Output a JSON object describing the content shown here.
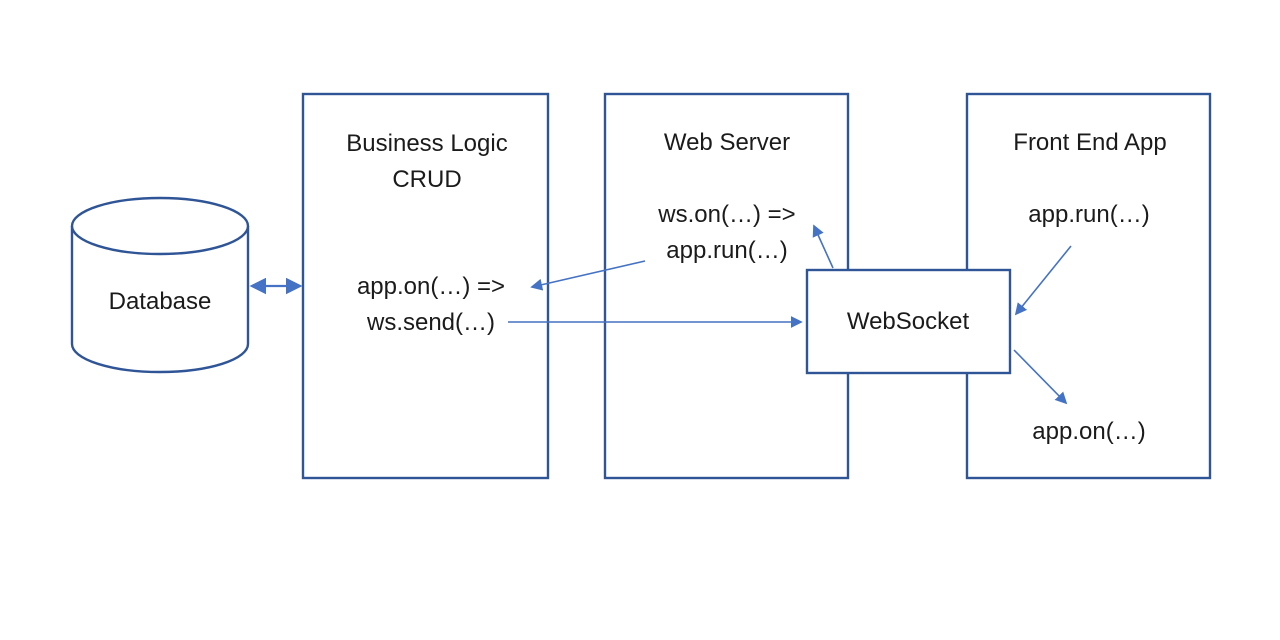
{
  "diagram": {
    "colors": {
      "box_border": "#2f5597",
      "arrow": "#4472c4",
      "text": "#1b1b1b",
      "background": "#ffffff"
    },
    "nodes": {
      "database": {
        "label": "Database",
        "shape": "cylinder"
      },
      "business_logic": {
        "title_line1": "Business Logic",
        "title_line2": "CRUD",
        "code_line1": "app.on(…) =>",
        "code_line2": "ws.send(…)"
      },
      "web_server": {
        "title": "Web Server",
        "code_line1": "ws.on(…) =>",
        "code_line2": "app.run(…)"
      },
      "front_end": {
        "title": "Front End App",
        "code_top": "app.run(…)",
        "code_bottom": "app.on(…)"
      },
      "websocket": {
        "label": "WebSocket"
      }
    },
    "edges": [
      {
        "from": "Database",
        "to": "Business Logic CRUD",
        "style": "bidirectional-arrow"
      },
      {
        "from": "Web Server app.run(…)",
        "to": "Business Logic app.on(…) =>",
        "style": "arrow"
      },
      {
        "from": "Business Logic ws.send(…)",
        "to": "WebSocket",
        "style": "arrow"
      },
      {
        "from": "WebSocket",
        "to": "Web Server ws.on(…) =>",
        "style": "arrow"
      },
      {
        "from": "Front End App app.run(…)",
        "to": "WebSocket",
        "style": "arrow"
      },
      {
        "from": "WebSocket",
        "to": "Front End App app.on(…)",
        "style": "arrow"
      }
    ]
  }
}
